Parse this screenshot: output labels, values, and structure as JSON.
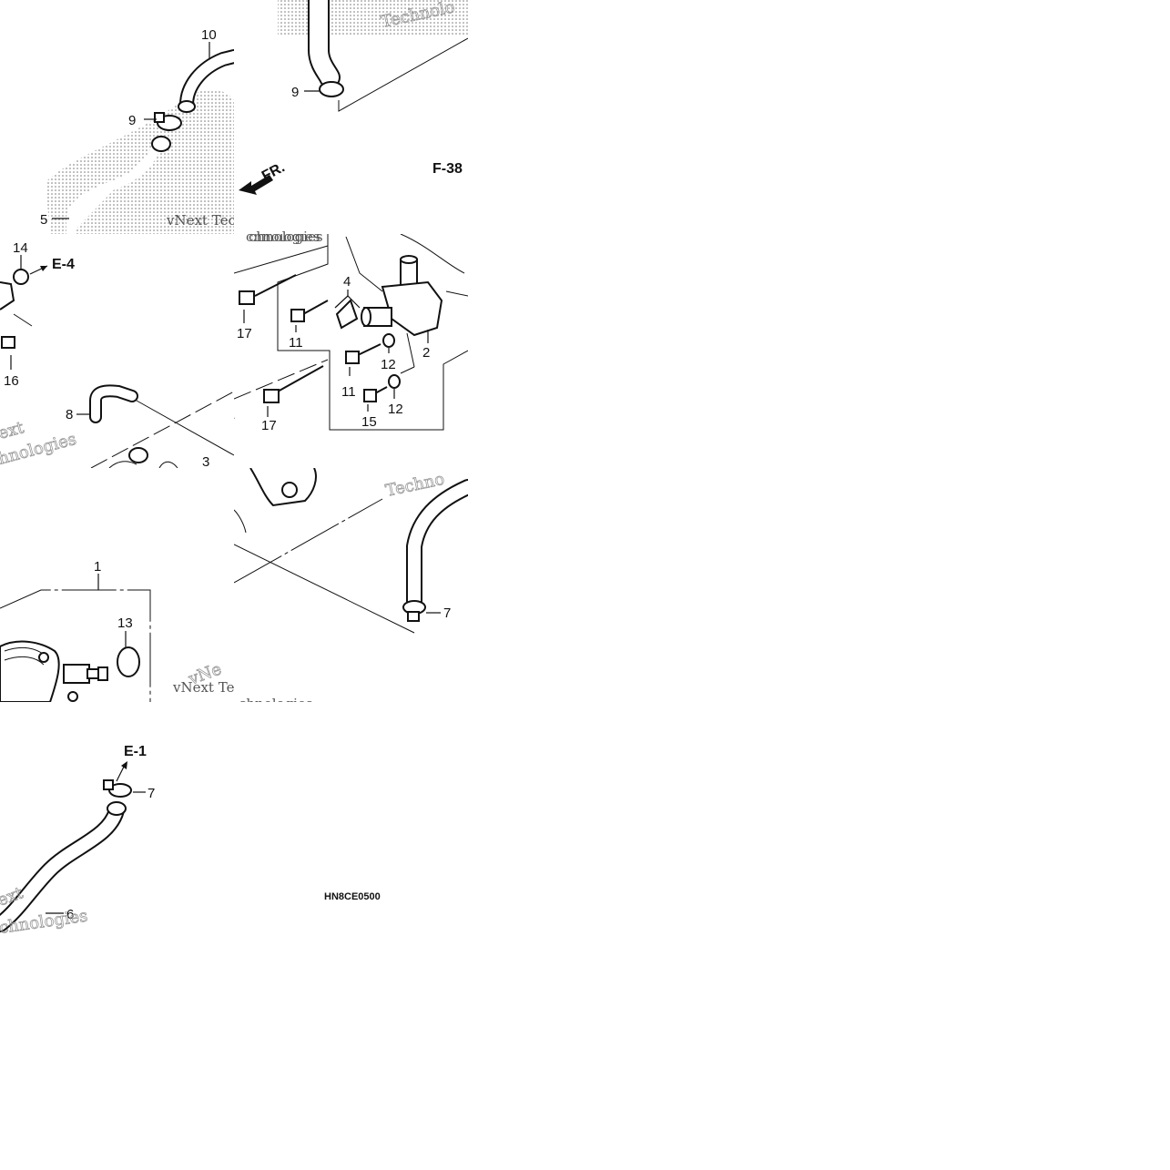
{
  "callouts": {
    "c10": "10",
    "c9a": "9",
    "c9b": "9",
    "c5": "5",
    "c14": "14",
    "c16": "16",
    "c8": "8",
    "c3": "3",
    "c17a": "17",
    "c17b": "17",
    "c11a": "11",
    "c11b": "11",
    "c4": "4",
    "c2": "2",
    "c12a": "12",
    "c12b": "12",
    "c15": "15",
    "c1": "1",
    "c13": "13",
    "c7a": "7",
    "c7b": "7",
    "c6": "6"
  },
  "refs": {
    "e4": "E-4",
    "f38": "F-38",
    "e1": "E-1",
    "fr": "FR."
  },
  "diagram_code": "HN8CE0500",
  "watermarks": [
    "vNext Tec",
    "chnologies",
    "Technolo",
    "ext",
    "hnologies",
    "chnologies",
    "Techno",
    "vNext Te",
    "vNe",
    "chnologies",
    "ext",
    "chnologies"
  ]
}
